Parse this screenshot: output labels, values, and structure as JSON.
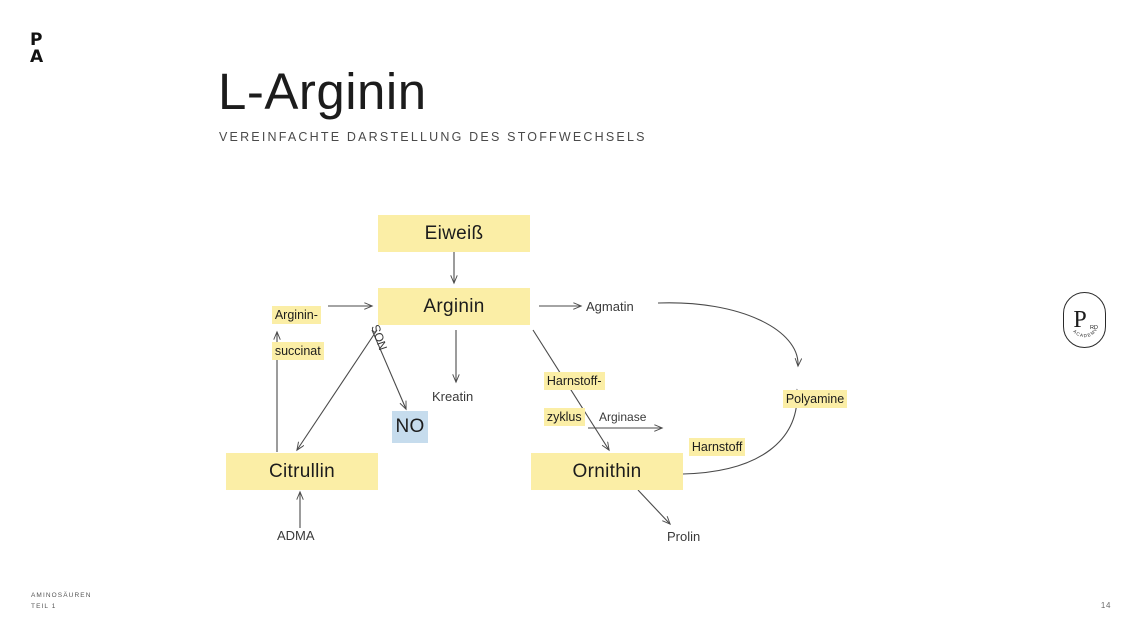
{
  "brand": {
    "line1": "P",
    "line2": "A"
  },
  "header": {
    "title": "L-Arginin",
    "subtitle": "VEREINFACHTE DARSTELLUNG DES STOFFWECHSELS"
  },
  "colors": {
    "highlight_yellow": "#FBEEA6",
    "no_blue": "#C6DCED",
    "ink": "#1C1C1C",
    "muted": "#3A3A3A"
  },
  "diagram": {
    "nodes": [
      {
        "id": "eiweiss",
        "label": "Eiweiß",
        "style": "box-major"
      },
      {
        "id": "arginin",
        "label": "Arginin",
        "style": "box-major"
      },
      {
        "id": "citrullin",
        "label": "Citrullin",
        "style": "box-major"
      },
      {
        "id": "ornithin",
        "label": "Ornithin",
        "style": "box-major"
      },
      {
        "id": "no",
        "label": "NO",
        "style": "box-no"
      },
      {
        "id": "argininsuccinat",
        "label_line1": "Arginin-",
        "label_line2": "succinat",
        "style": "highlight"
      },
      {
        "id": "harnstoffzyklus",
        "label_line1": "Harnstoff-",
        "label_line2": "zyklus",
        "style": "highlight"
      },
      {
        "id": "harnstoff",
        "label": "Harnstoff",
        "style": "highlight"
      },
      {
        "id": "polyamine",
        "label": "Polyamine",
        "style": "highlight"
      },
      {
        "id": "agmatin",
        "label": "Agmatin",
        "style": "plain"
      },
      {
        "id": "kreatin",
        "label": "Kreatin",
        "style": "plain"
      },
      {
        "id": "adma",
        "label": "ADMA",
        "style": "plain"
      },
      {
        "id": "prolin",
        "label": "Prolin",
        "style": "plain"
      }
    ],
    "edge_labels": [
      {
        "id": "nos",
        "label": "NOS"
      },
      {
        "id": "arginase",
        "label": "Arginase"
      }
    ]
  },
  "stamp": {
    "letter": "P",
    "superscript": "RD",
    "arc_text": "ACADEMY"
  },
  "footer": {
    "line1": "AMINOSÄUREN",
    "line2": "TEIL 1",
    "page_number": "14"
  }
}
